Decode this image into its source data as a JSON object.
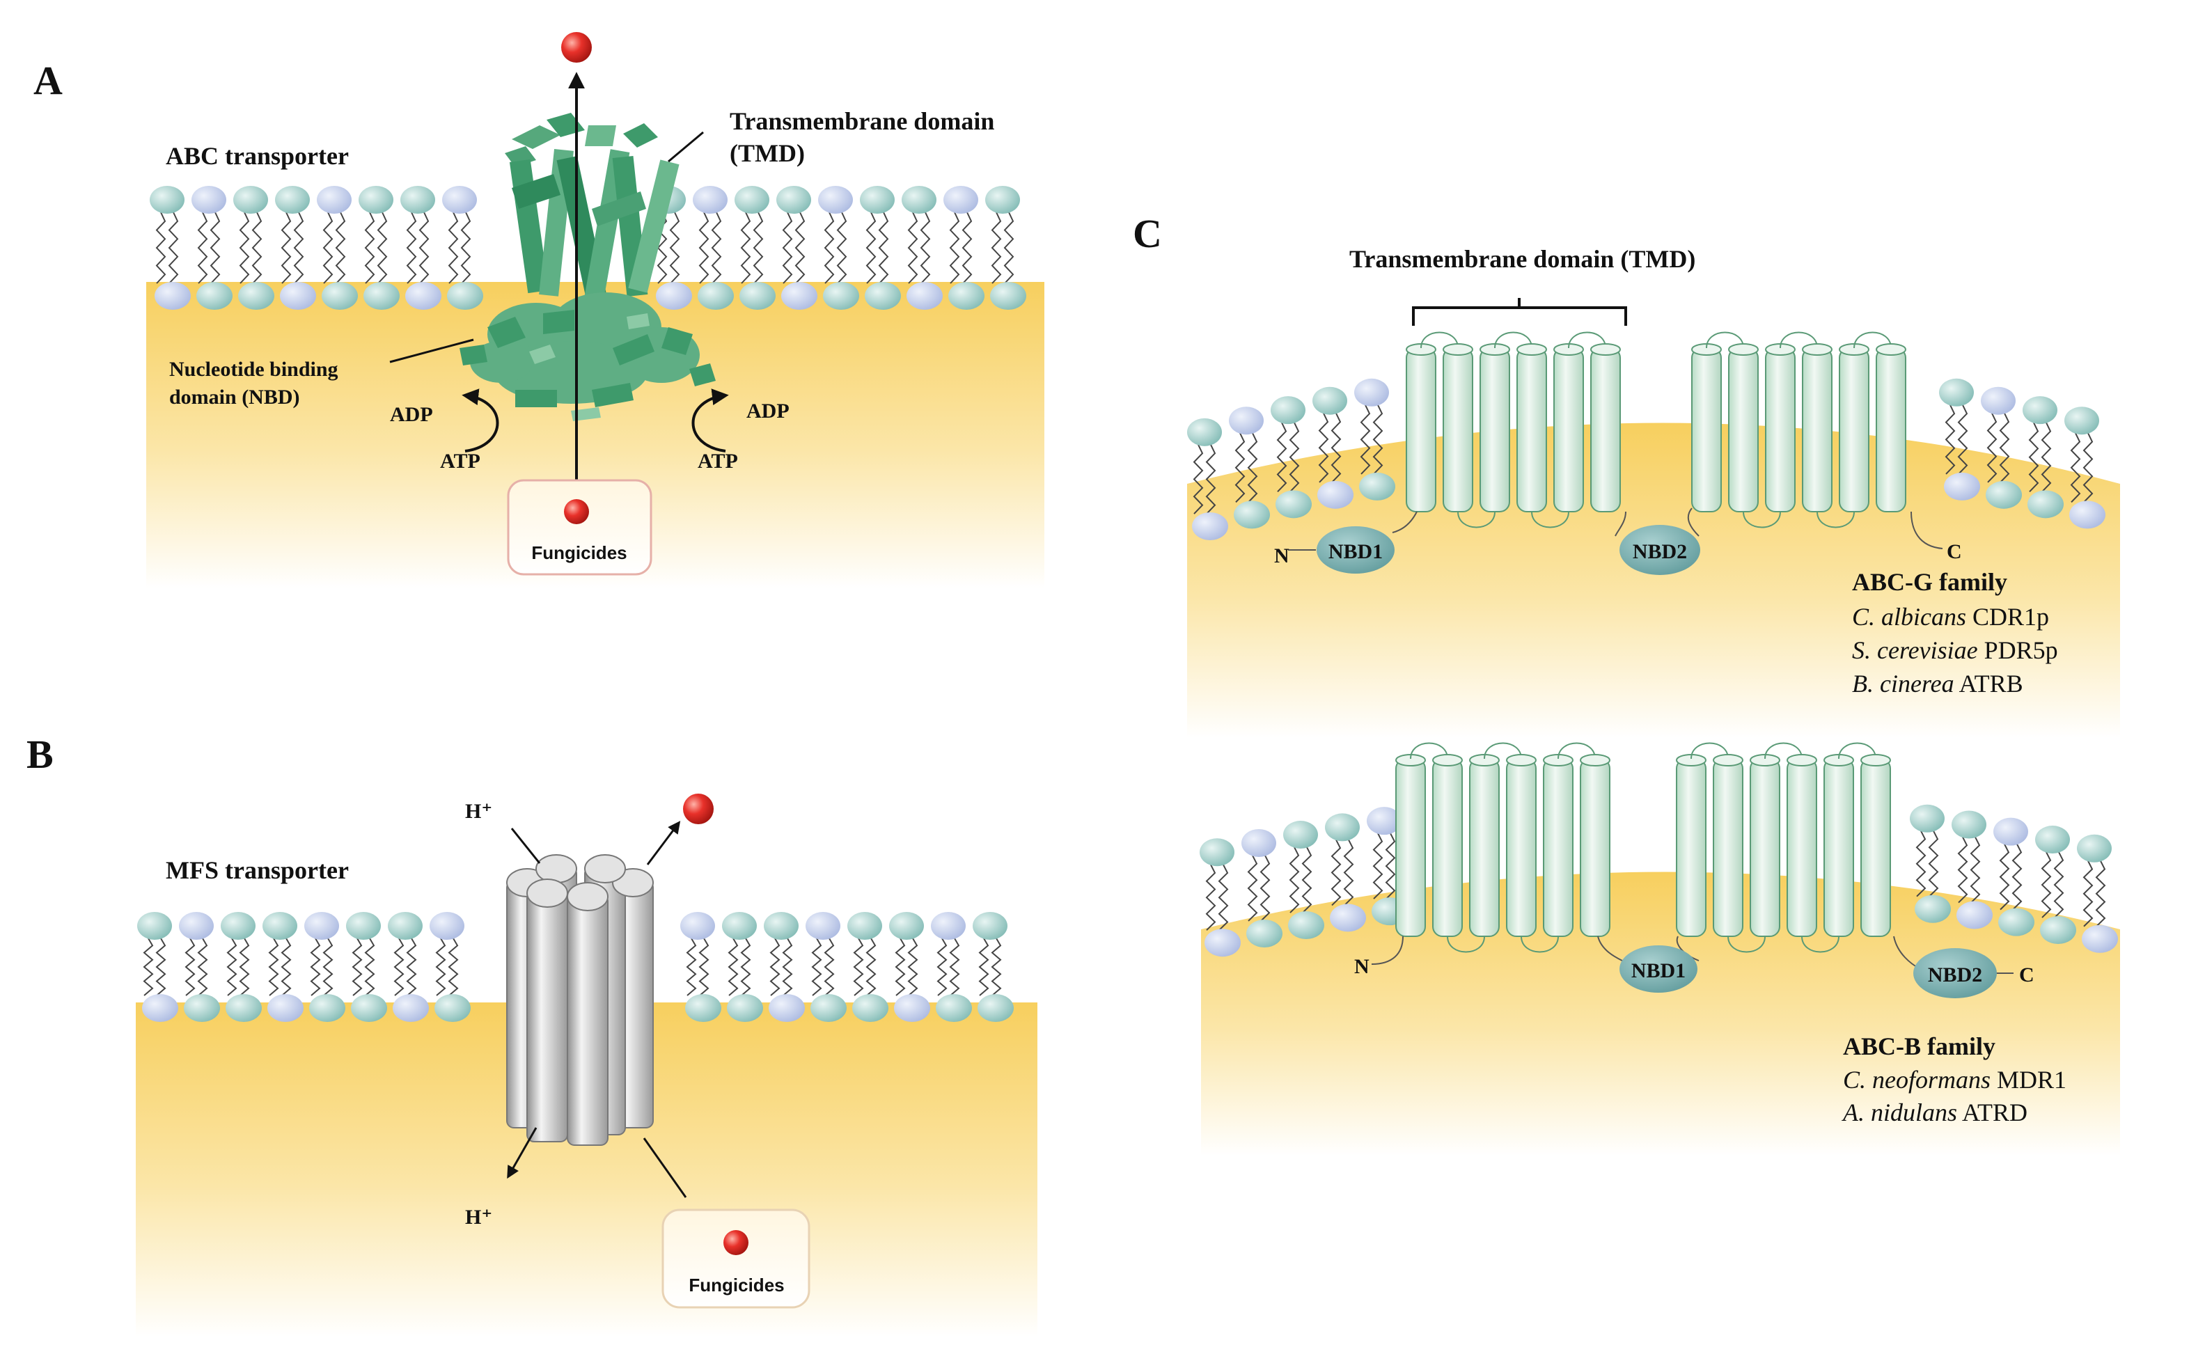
{
  "panel_a": {
    "letter": "A",
    "abc_transporter": "ABC transporter",
    "tmd_line1": "Transmembrane domain",
    "tmd_line2": "(TMD)",
    "nbd_line1": "Nucleotide binding",
    "nbd_line2": "domain (NBD)",
    "adp_left": "ADP",
    "atp_left": "ATP",
    "adp_right": "ADP",
    "atp_right": "ATP",
    "fungicides": "Fungicides"
  },
  "panel_b": {
    "letter": "B",
    "mfs_transporter": "MFS transporter",
    "h_top": "H⁺",
    "h_bottom": "H⁺",
    "fungicides": "Fungicides"
  },
  "panel_c": {
    "letter": "C",
    "tmd_label": "Transmembrane domain (TMD)",
    "top": {
      "n": "N",
      "c": "C",
      "nbd1": "NBD1",
      "nbd2": "NBD2",
      "family": "ABC-G family",
      "species": [
        {
          "italic": "C. albicans",
          "gene": " CDR1p"
        },
        {
          "italic": "S. cerevisiae",
          "gene": " PDR5p"
        },
        {
          "italic": "B. cinerea",
          "gene": " ATRB"
        }
      ]
    },
    "bottom": {
      "n": "N",
      "c": "C",
      "nbd1": "NBD1",
      "nbd2": "NBD2",
      "family": "ABC-B family",
      "species": [
        {
          "italic": "C. neoformans",
          "gene": "  MDR1"
        },
        {
          "italic": "A. nidulans",
          "gene": " ATRD"
        }
      ]
    }
  },
  "colors": {
    "cytoplasm": "#f9d97a",
    "lipid_head_teal": "#a9d2ce",
    "lipid_head_blue": "#c7d3ee",
    "tmd_green": "#3e9a6b",
    "helix_fill": "#dcefe3",
    "nbd_fill": "#7fb3b3",
    "mfs_gray": "#bdbdbd",
    "substrate_red": "#e8312a"
  }
}
